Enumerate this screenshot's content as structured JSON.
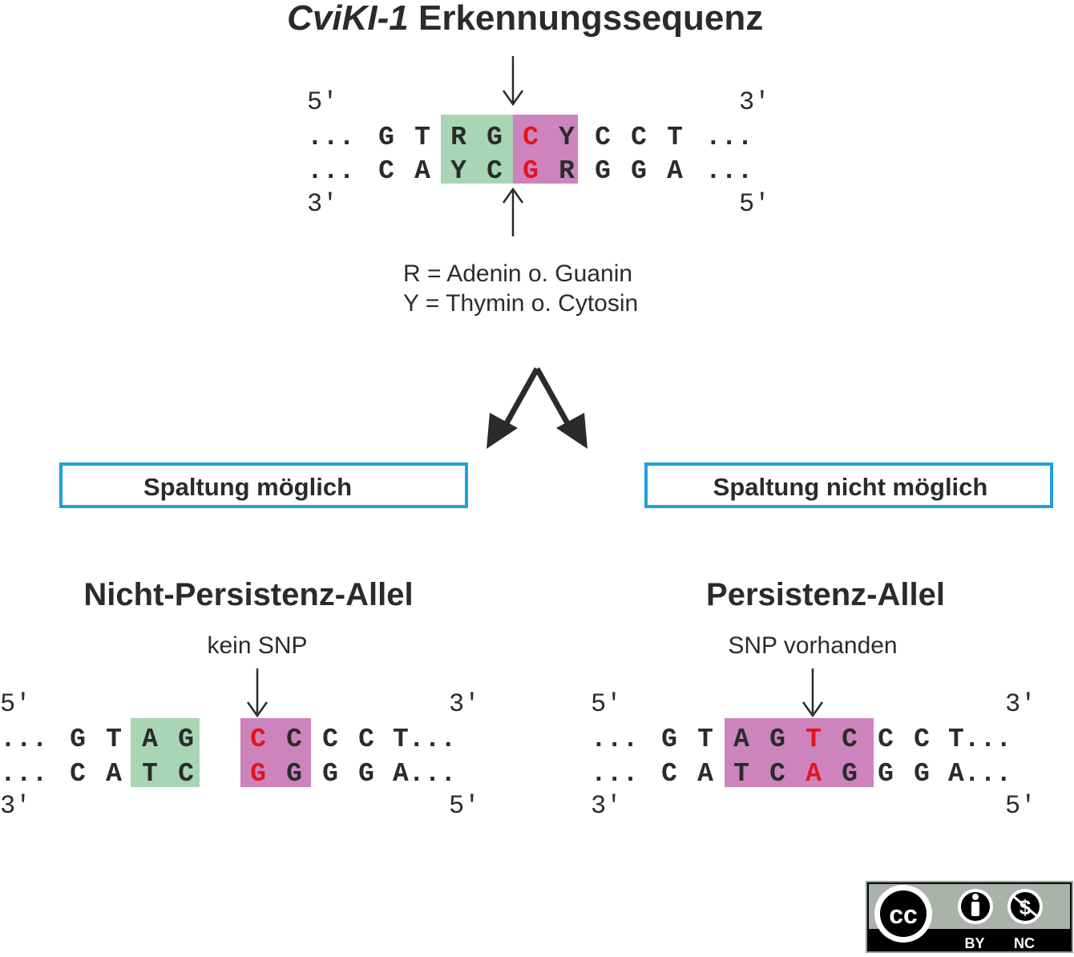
{
  "title": {
    "italic": "CviKI-1",
    "rest": "Erkennungssequenz"
  },
  "top": {
    "prime5_top": "5'",
    "prime3_top": "3'",
    "prime3_bot": "3'",
    "prime5_bot": "5'",
    "dots": "...",
    "top_strand": [
      "G",
      "T",
      "R",
      "G",
      "C",
      "Y",
      "C",
      "C",
      "T"
    ],
    "bottom_strand": [
      "C",
      "A",
      "Y",
      "C",
      "G",
      "R",
      "G",
      "G",
      "A"
    ]
  },
  "legend": {
    "line1": "R = Adenin o. Guanin",
    "line2": "Y = Thymin o. Cytosin"
  },
  "left_box": {
    "label": "Spaltung möglich"
  },
  "right_box": {
    "label": "Spaltung nicht möglich"
  },
  "left": {
    "heading": "Nicht-Persistenz-Allel",
    "note": "kein SNP",
    "prime5_top": "5'",
    "prime3_top": "3'",
    "prime3_bot": "3'",
    "prime5_bot": "5'",
    "dots": "...",
    "top_a": [
      "G",
      "T",
      "A",
      "G"
    ],
    "top_b": [
      "C",
      "C",
      "C",
      "C",
      "T..."
    ],
    "bot_a": [
      "C",
      "A",
      "T",
      "C"
    ],
    "bot_b": [
      "G",
      "G",
      "G",
      "G",
      "A..."
    ]
  },
  "right": {
    "heading": "Persistenz-Allel",
    "note": "SNP vorhanden",
    "prime5_top": "5'",
    "prime3_top": "3'",
    "prime3_bot": "3'",
    "prime5_bot": "5'",
    "dots": "...",
    "top_strand": [
      "G",
      "T",
      "A",
      "G",
      "T",
      "C",
      "C",
      "C",
      "T..."
    ],
    "bottom_strand": [
      "C",
      "A",
      "T",
      "C",
      "A",
      "G",
      "G",
      "G",
      "A..."
    ]
  },
  "license": {
    "by": "BY",
    "nc": "NC",
    "cc": "cc"
  },
  "colors": {
    "green": "#a8d5b3",
    "pink": "#cd84bc",
    "red": "#e3141e",
    "blue": "#1ea1df",
    "text": "#2b2b2b"
  }
}
